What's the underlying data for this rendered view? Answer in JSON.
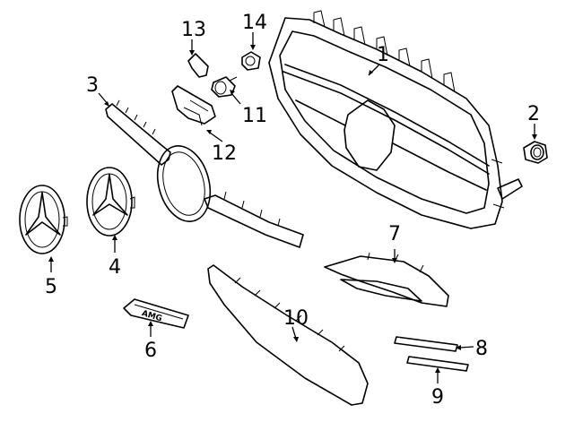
{
  "callouts": {
    "c1": "1",
    "c2": "2",
    "c3": "3",
    "c4": "4",
    "c5": "5",
    "c6": "6",
    "c7": "7",
    "c8": "8",
    "c9": "9",
    "c10": "10",
    "c11": "11",
    "c12": "12",
    "c13": "13",
    "c14": "14"
  },
  "emblem_text": "AMG",
  "colors": {
    "line": "#000000",
    "background": "#ffffff"
  }
}
